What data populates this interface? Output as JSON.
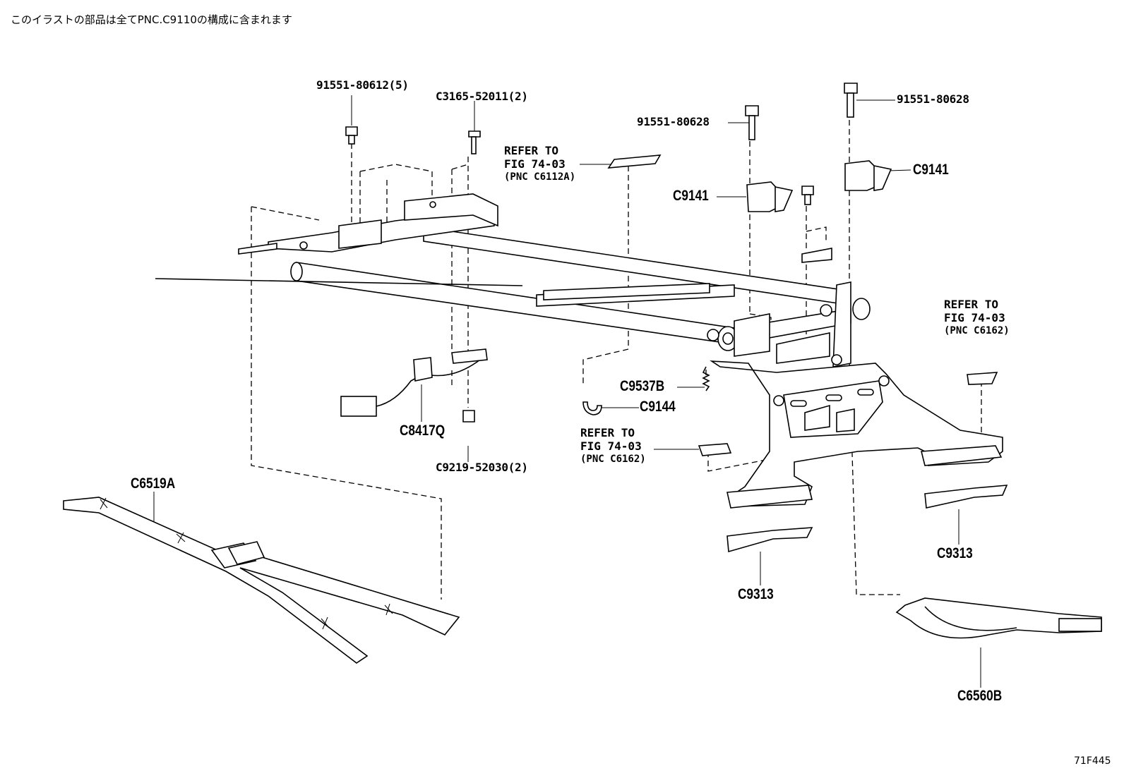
{
  "header_note": "このイラストの部品は全てPNC.C9110の構成に含まれます",
  "figure_id": "71F445",
  "callouts": {
    "bolt_5": "91551-80612(5)",
    "bolt_c3165": "C3165-52011(2)",
    "bolt_mid": "91551-80628",
    "bolt_right": "91551-80628",
    "nut_c9219": "C9219-52030(2)"
  },
  "refers": {
    "c6112a": [
      "REFER TO",
      "FIG 74-03",
      "(PNC C6112A)"
    ],
    "c6162_right": [
      "REFER TO",
      "FIG 74-03",
      "(PNC C6162)"
    ],
    "c6162_mid": [
      "REFER TO",
      "FIG 74-03",
      "(PNC C6162)"
    ]
  },
  "parts": {
    "c9141_left": "C9141",
    "c9141_right": "C9141",
    "c9537b": "C9537B",
    "c9144": "C9144",
    "c8417q": "C8417Q",
    "c6519a": "C6519A",
    "c9313_left": "C9313",
    "c9313_right": "C9313",
    "c6560b": "C6560B"
  }
}
